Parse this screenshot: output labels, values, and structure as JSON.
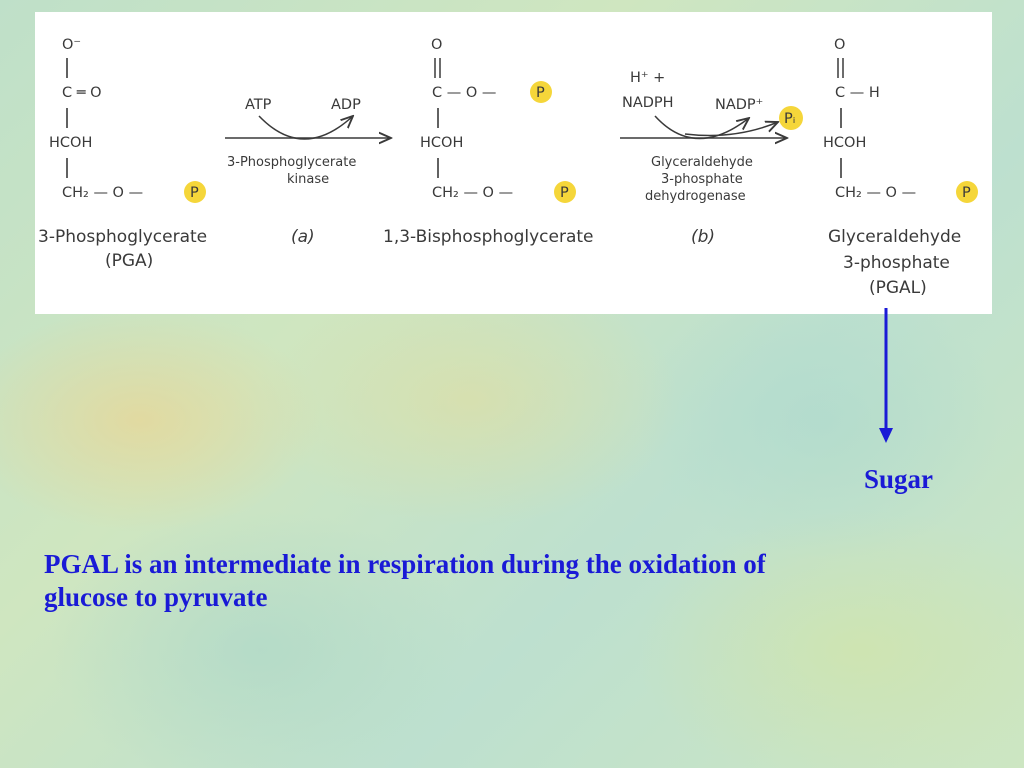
{
  "diagram": {
    "pga": {
      "o_minus": "O⁻",
      "c_eq_o": "C ═ O",
      "hcoh": "HCOH",
      "ch2_o": "CH₂ — O —",
      "name": "3-Phosphoglycerate",
      "abbr": "(PGA)"
    },
    "step_a": {
      "atp": "ATP",
      "adp": "ADP",
      "enzyme_line1": "3-Phosphoglycerate",
      "enzyme_line2": "kinase",
      "label": "(a)"
    },
    "bpg": {
      "o_top": "O",
      "c_o": "C — O —",
      "hcoh": "HCOH",
      "ch2_o": "CH₂ — O —",
      "name": "1,3-Bisphosphoglycerate"
    },
    "step_b": {
      "h_plus": "H⁺ +",
      "nadph": "NADPH",
      "nadp": "NADP⁺",
      "pi": "Pᵢ",
      "enzyme_line1": "Glyceraldehyde",
      "enzyme_line2": "3-phosphate",
      "enzyme_line3": "dehydrogenase",
      "label": "(b)"
    },
    "pgal": {
      "o_top": "O",
      "c_h": "C — H",
      "hcoh": "HCOH",
      "ch2_o": "CH₂ — O —",
      "name_line1": "Glyceraldehyde",
      "name_line2": "3-phosphate",
      "abbr": "(PGAL)"
    },
    "phosphate_symbol": "P",
    "phosphate_color": "#f5d63a"
  },
  "sugar_label": "Sugar",
  "caption": {
    "line1": "PGAL is an intermediate in respiration during the oxidation of",
    "line2": "glucose  to pyruvate"
  },
  "colors": {
    "text_blue": "#1a1ad6",
    "arrow_blue": "#1a1ad6"
  }
}
